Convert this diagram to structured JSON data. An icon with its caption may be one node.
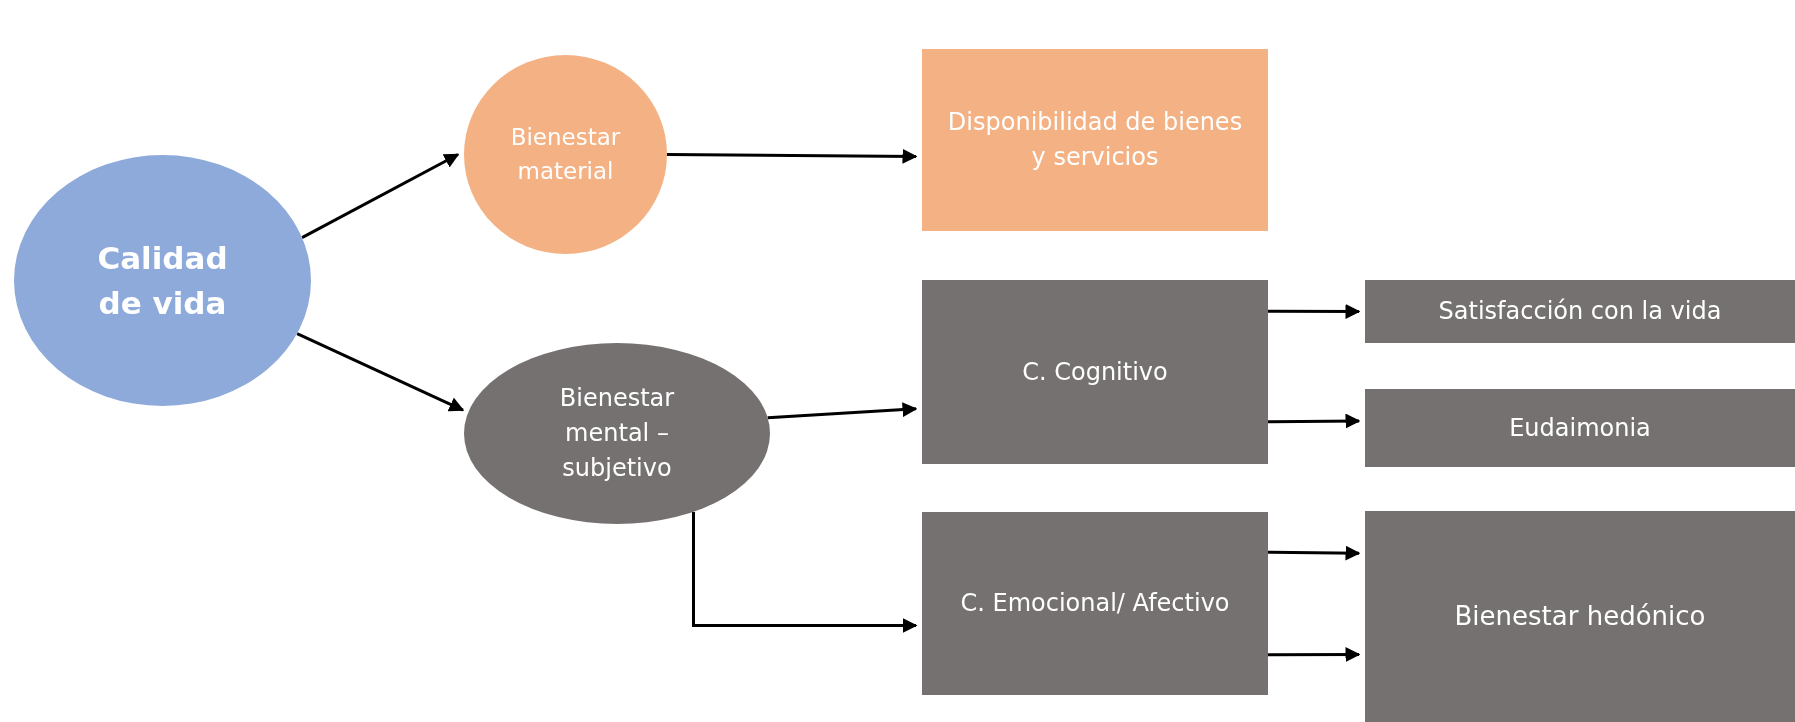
{
  "diagram": {
    "nodes": [
      {
        "text": [
          "Calidad de vida"
        ]
      },
      {
        "text": [
          "Bienestar material"
        ]
      },
      {
        "text": [
          "Disponibilidad de bienes y servicios"
        ]
      },
      {
        "text": [
          "Bienestar mental – subjetivo"
        ]
      },
      {
        "text": [
          "C. Cognitivo"
        ]
      },
      {
        "text": [
          "Satisfacción con la vida"
        ]
      },
      {
        "text": [
          "Eudaimonia"
        ]
      },
      {
        "text": [
          "C. Emocional/ Afectivo"
        ]
      },
      {
        "text": [
          "Bienestar hedónico"
        ]
      }
    ],
    "edges": [
      {
        "from": 0,
        "to": 1,
        "arrow": "to"
      },
      {
        "from": 0,
        "to": 3,
        "arrow": "to"
      },
      {
        "from": 1,
        "to": 2,
        "arrow": "to"
      },
      {
        "from": 3,
        "to": 4,
        "arrow": "to"
      },
      {
        "from": 3,
        "to": 7,
        "arrow": "to"
      },
      {
        "from": 4,
        "to": 5,
        "arrow": "to"
      },
      {
        "from": 4,
        "to": 6,
        "arrow": "to"
      },
      {
        "from": 7,
        "to": 8,
        "arrow": "to"
      },
      {
        "from": 7,
        "to": 8,
        "arrow": "to"
      }
    ]
  }
}
